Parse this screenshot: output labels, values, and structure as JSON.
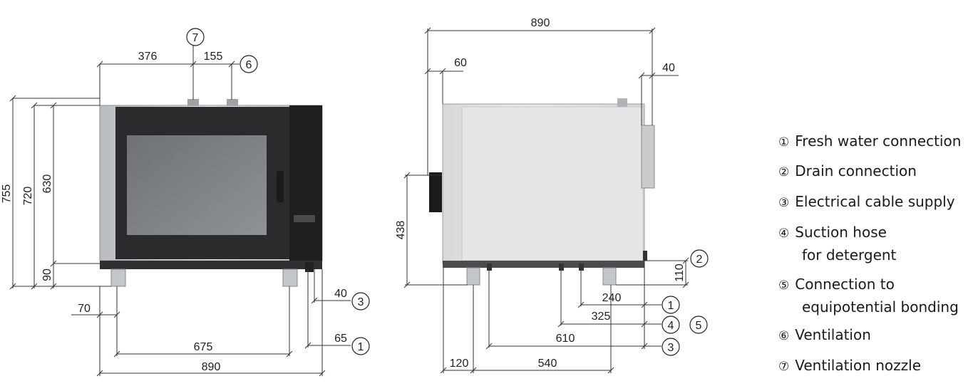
{
  "front_view": {
    "dim_top_left": "376",
    "dim_top_right": "155",
    "dim_h_755": "755",
    "dim_h_720": "720",
    "dim_h_630": "630",
    "dim_h_90": "90",
    "dim_70": "70",
    "dim_40": "40",
    "dim_65": "65",
    "dim_675": "675",
    "dim_890": "890",
    "callout_7": "7",
    "callout_6": "6",
    "callout_3": "3",
    "callout_1": "1"
  },
  "side_view": {
    "dim_890": "890",
    "dim_60": "60",
    "dim_40": "40",
    "dim_438": "438",
    "dim_110": "110",
    "dim_240": "240",
    "dim_325": "325",
    "dim_610": "610",
    "dim_120": "120",
    "dim_540": "540",
    "callout_2": "2",
    "callout_1": "1",
    "callout_4": "4",
    "callout_5": "5",
    "callout_3": "3"
  },
  "legend": [
    {
      "num": "①",
      "label": "Fresh water connection"
    },
    {
      "num": "②",
      "label": "Drain connection"
    },
    {
      "num": "③",
      "label": "Electrical cable supply"
    },
    {
      "num": "④",
      "label": "Suction hose",
      "label2": "for detergent"
    },
    {
      "num": "⑤",
      "label": "Connection to",
      "label2": "equipotential bonding"
    },
    {
      "num": "⑥",
      "label": "Ventilation"
    },
    {
      "num": "⑦",
      "label": "Ventilation nozzle"
    }
  ]
}
